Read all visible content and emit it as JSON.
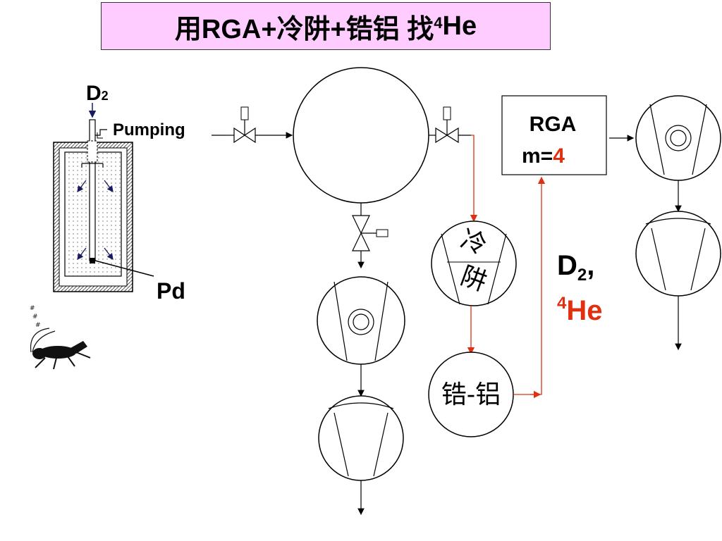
{
  "title": {
    "prefix": "用",
    "main": "RGA+冷阱+锆铝 找 ",
    "sup": "4",
    "suffix": "He"
  },
  "labels": {
    "d2_symbol": "D",
    "d2_sub": "2",
    "pumping": "Pumping",
    "pd": "Pd",
    "rga_line1": "RGA",
    "rga_line2_prefix": "m=",
    "rga_line2_value": "4",
    "cold_trap_char1": "冷",
    "cold_trap_char2": "阱",
    "zr_al": "锆-铝",
    "gas_d2": "D",
    "gas_d2_sub": "2",
    "gas_d2_comma": ",",
    "gas_he_sup": "4",
    "gas_he": "He"
  },
  "colors": {
    "title_bg": "#ffccff",
    "accent": "#e03010",
    "line": "#000000",
    "arrow_blue": "#1a1a5e"
  }
}
